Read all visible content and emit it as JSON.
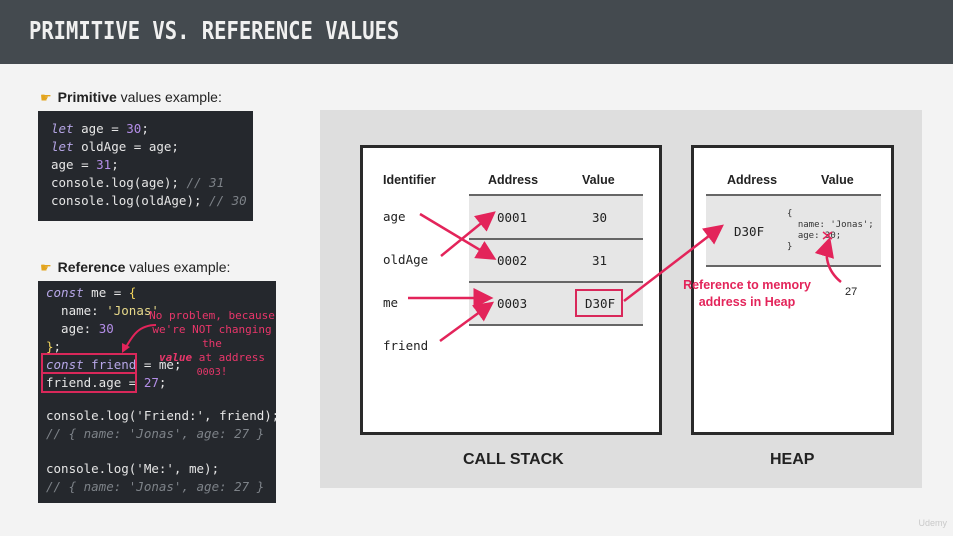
{
  "title": "PRIMITIVE VS. REFERENCE VALUES",
  "primitive_heading": {
    "bold": "Primitive",
    "rest": " values example:"
  },
  "reference_heading": {
    "bold": "Reference",
    "rest": " values example:"
  },
  "primitive_code": [
    {
      "kw": "let",
      "rest": " age = ",
      "num": "30",
      "end": ";"
    },
    {
      "kw": "let",
      "rest": " oldAge = age;"
    },
    {
      "rest": "age = ",
      "num": "31",
      "end": ";"
    },
    {
      "rest": "console.log(age); ",
      "cmt": "// 31"
    },
    {
      "rest": "console.log(oldAge); ",
      "cmt": "// 30"
    }
  ],
  "reference_code": {
    "l1_kw": "const",
    "l1_rest": " me = ",
    "l1_brace": "{",
    "l2_rest": "  name: ",
    "l2_str": "'Jonas'",
    "l3_rest": "  age: ",
    "l3_num": "30",
    "l4_brace": "}",
    "l4_end": ";",
    "l5_kw": "const",
    "l5_rest": " friend",
    "l5_tail": " = me;",
    "l6_rest": "friend.age",
    "l6_tail": " = ",
    "l6_num": "27",
    "l6_end": ";",
    "l7": "console.log('Friend:', friend);",
    "l8_cmt": "// { name: 'Jonas', age: 27 }",
    "l9": "console.log('Me:', me);",
    "l10_cmt": "// { name: 'Jonas', age: 27 }"
  },
  "note": {
    "line1": "No problem, because",
    "line2": "we're NOT changing the",
    "line3_italic": "value",
    "line3_rest": " at address ",
    "line3_mono": "0003",
    "line3_end": "!"
  },
  "call_stack": {
    "headers": {
      "identifier": "Identifier",
      "address": "Address",
      "value": "Value"
    },
    "identifiers": [
      "age",
      "oldAge",
      "me",
      "friend"
    ],
    "rows": [
      {
        "address": "0001",
        "value": "30"
      },
      {
        "address": "0002",
        "value": "31"
      },
      {
        "address": "0003",
        "value": "D30F"
      }
    ],
    "caption": "CALL STACK"
  },
  "heap": {
    "headers": {
      "address": "Address",
      "value": "Value"
    },
    "address": "D30F",
    "object_lines": [
      "{",
      "  name: 'Jonas';",
      "  age: 30;",
      "}"
    ],
    "annotation": "27",
    "caption": "HEAP"
  },
  "reference_label": {
    "line1": "Reference to memory",
    "line2": "address in Heap"
  },
  "watermark": "Udemy",
  "colors": {
    "accent_red": "#e3245a",
    "header_bg": "#444a4f",
    "code_bg": "#25282d"
  }
}
